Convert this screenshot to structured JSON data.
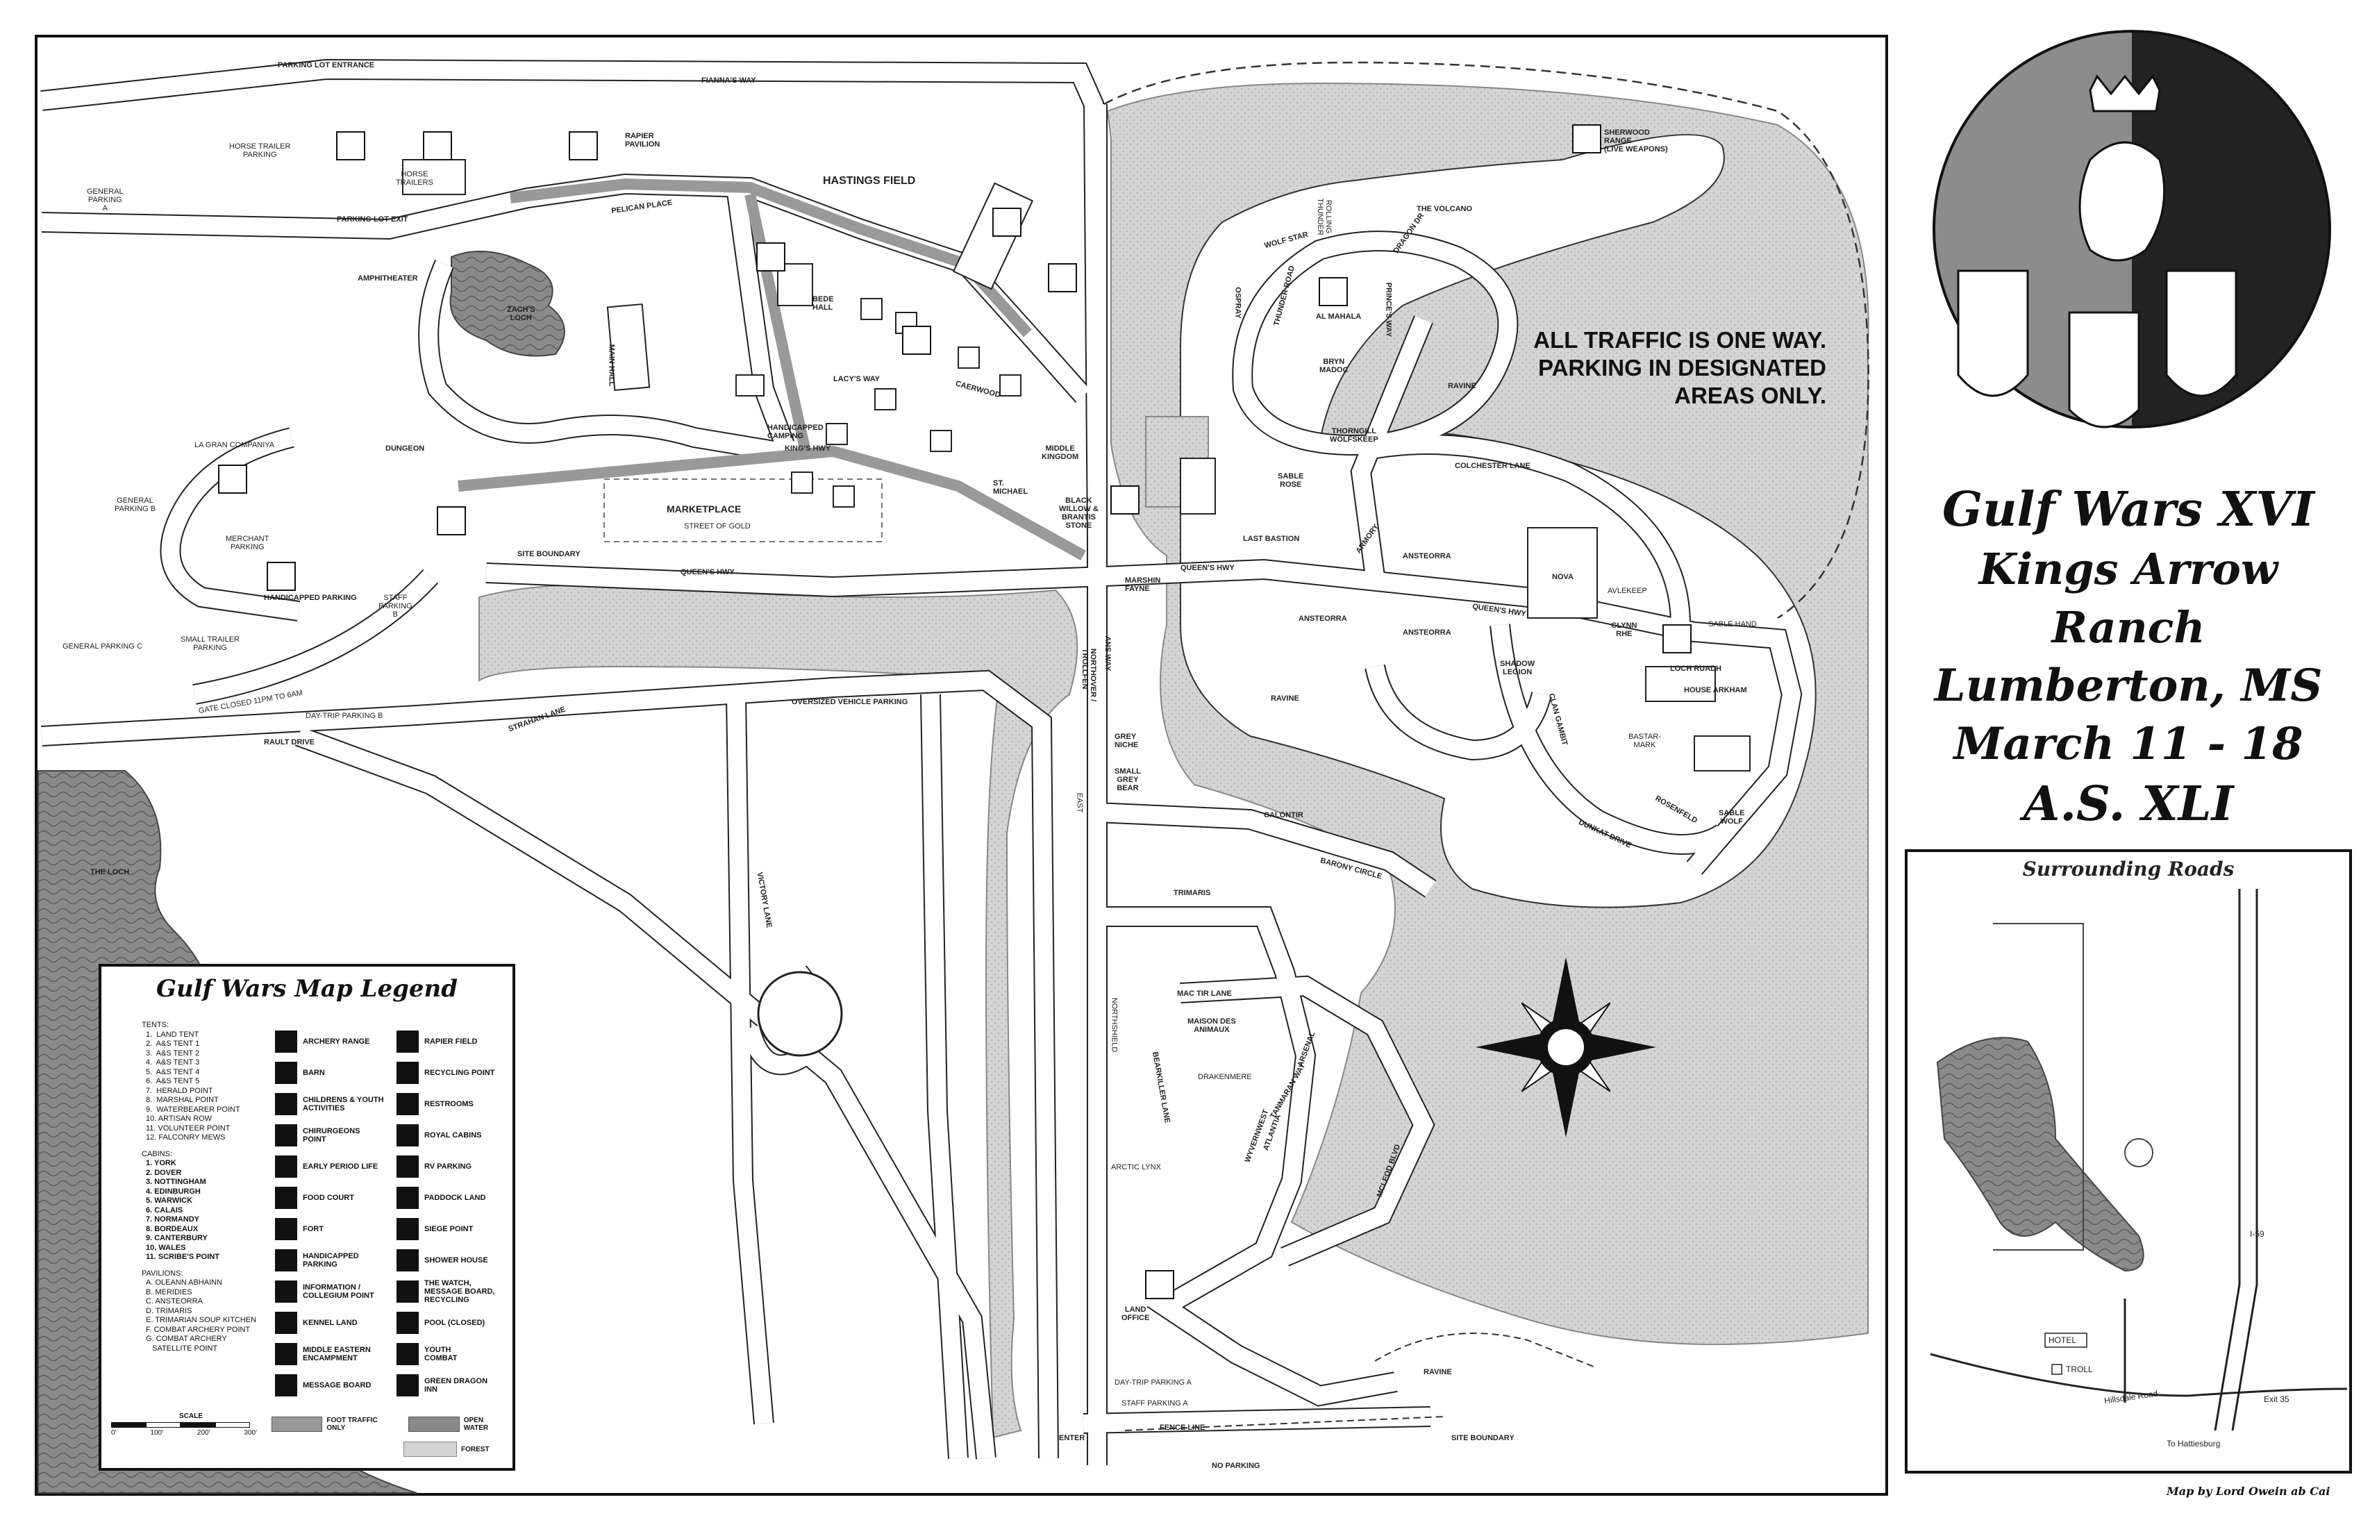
{
  "map": {
    "top_labels": {
      "parking_lot_entrance": "PARKING LOT ENTRANCE",
      "fiannas_way": "FIANNA'S WAY",
      "horse_trailer_parking": "HORSE TRAILER\nPARKING",
      "horse_trailers": "HORSE\nTRAILERS",
      "rapier_pavilion": "RAPIER\nPAVILION",
      "hastings_field": "HASTINGS FIELD",
      "general_parking_a": "GENERAL\nPARKING\nA",
      "parking_lot_exit": "PARKING LOT EXIT",
      "pelican_place": "PELICAN PLACE",
      "amphitheater": "AMPHITHEATER",
      "zachs_loch": "ZACH'S\nLOCH",
      "main_hall": "MAIN HALL",
      "bede_hall": "BEDE\nHALL",
      "lacys_way": "LACY'S WAY",
      "handicapped_camping": "HANDICAPPED\nCAMPING",
      "kings_hwy": "KING'S HWY",
      "dungeon": "DUNGEON",
      "la_gran_compania": "LA GRAN COMPANIYA",
      "general_parking_b": "GENERAL\nPARKING B",
      "merchant_parking": "MERCHANT\nPARKING",
      "handicapped_parking": "HANDICAPPED PARKING",
      "marketplace": "MARKETPLACE",
      "street_of_gold": "STREET OF GOLD",
      "site_boundary": "SITE BOUNDARY",
      "queens_hwy": "QUEEN'S HWY",
      "staff_parking_b": "STAFF\nPARKING\nB",
      "small_trailer_parking": "SMALL TRAILER\nPARKING",
      "general_parking_c": "GENERAL PARKING C",
      "gate_closed": "GATE CLOSED 11PM TO 6AM",
      "day_trip_parking_b": "DAY-TRIP PARKING B",
      "rault_drive": "RAULT DRIVE",
      "strahan_lane": "STRAHAN LANE",
      "the_loch": "THE LOCH",
      "middle_kingdom": "MIDDLE\nKINGDOM",
      "black_willow": "BLACK\nWILLOW &\nBRANTIS\nSTONE",
      "st_michael": "ST.\nMICHAEL",
      "caerwood": "CAERWOOD",
      "oversized_vehicle_parking": "OVERSIZED VEHICLE PARKING",
      "victory_lane": "VICTORY LANE",
      "northover_trollfen": "NORTHOVER /\nTROLLFEN",
      "ans_way": "ANS WAY",
      "marshin_fayne": "MARSHIN\nFAYNE",
      "grey_niche": "GREY\nNICHE",
      "small_grey_bear": "SMALL\nGREY\nBEAR",
      "east": "EAST",
      "calontir": "CALONTIR",
      "barony_circle": "BARONY CIRCLE",
      "trimaris": "TRIMARIS",
      "mac_tir_lane": "MAC TIR LANE",
      "maison_des_animaux": "MAISON DES\nANIMAUX",
      "drakenmere": "DRAKENMERE",
      "northshield": "NORTHSHIELD",
      "bearkiller_lane": "BEARKILLER LANE",
      "arctic_lynx": "ARCTIC LYNX",
      "atlantia": "ATLANTIA",
      "wyvernwest": "WYVERNWEST",
      "tanmaran_way": "TANMARAN WAY",
      "ansteorra_arsenal": "ARSENAL",
      "mcleod_blvd": "MCLEOD BLVD",
      "land_office": "LAND\nOFFICE",
      "day_trip_parking_a": "DAY-TRIP PARKING A",
      "staff_parking_a": "STAFF PARKING A",
      "fence_line": "FENCE LINE",
      "enter": "ENTER",
      "no_parking": "NO PARKING",
      "site_boundary_2": "SITE BOUNDARY",
      "ravine": "RAVINE",
      "ravine2": "RAVINE",
      "ravine3": "RAVINE",
      "wolf_star": "WOLF STAR",
      "ospray": "OSPRAY",
      "thunder_road": "THUNDER ROAD",
      "al_mahala": "AL MAHALA",
      "bryn_madoc": "BRYN\nMADOC",
      "princes_way": "PRINCE'S WAY",
      "dragon_dr": "DRAGON DR",
      "the_volcano": "THE VOLCANO",
      "sherwood_range": "SHERWOOD\nRANGE\n(LIVE WEAPONS)",
      "thornwald": "ROLLING\nTHUNDER",
      "thorngill": "THORNGILL\nWOLFSKEEP",
      "sable_rose": "SABLE\nROSE",
      "last_bastion": "LAST BASTION",
      "armory": "ARMORY",
      "ansteorra": "ANSTEORRA",
      "ansteorra2": "ANSTEORRA",
      "ansteorra3": "ANSTEORRA",
      "nova": "NOVA",
      "avlekeep": "AVLEKEEP",
      "glynn_rhe": "GLYNN\nRHE",
      "sable_hand": "SABLE HAND",
      "loch_ruadh": "LOCH RUADH",
      "house_arkham": "HOUSE ARKHAM",
      "colchester_lane": "COLCHESTER LANE",
      "shadow_legion": "SHADOW\nLEGION",
      "clan_gambit": "CLAN GAMBIT",
      "bastarmark": "BASTAR-\nMARK",
      "rosenfeld": "ROSENFELD",
      "sable_wolf": "SABLE\nWOLF",
      "dunkat_drive": "DUNKAT DRIVE",
      "queens_hwy_2": "QUEEN'S HWY",
      "queens_hwy_3": "QUEEN'S HWY",
      "traffic_notice": "ALL TRAFFIC IS ONE WAY.\nPARKING IN DESIGNATED\nAREAS ONLY."
    },
    "legend": {
      "title": "Gulf Wars Map Legend",
      "tents_header": "TENTS:",
      "tents": [
        "1.  LAND TENT",
        "2.  A&S TENT 1",
        "3.  A&S TENT 2",
        "4.  A&S TENT 3",
        "5.  A&S TENT 4",
        "6.  A&S TENT 5",
        "7.  HERALD POINT",
        "8.  MARSHAL POINT",
        "9.  WATERBEARER POINT",
        "10. ARTISAN ROW",
        "11. VOLUNTEER POINT",
        "12. FALCONRY MEWS"
      ],
      "cabins_header": "CABINS:",
      "cabins": [
        "1. YORK",
        "2. DOVER",
        "3. NOTTINGHAM",
        "4. EDINBURGH",
        "5. WARWICK",
        "6. CALAIS",
        "7. NORMANDY",
        "8. BORDEAUX",
        "9. CANTERBURY",
        "10. WALES",
        "11. SCRIBE'S POINT"
      ],
      "pavilions_header": "PAVILIONS:",
      "pavilions": [
        "A. OLEANN ABHAINN",
        "B. MERIDIES",
        "C. ANSTEORRA",
        "D. TRIMARIS",
        "E. TRIMARIAN SOUP KITCHEN",
        "F. COMBAT ARCHERY POINT",
        "G. COMBAT ARCHERY",
        "   SATELLITE POINT"
      ],
      "col2": [
        "ARCHERY RANGE",
        "BARN",
        "CHILDRENS & YOUTH\nACTIVITIES",
        "CHIRURGEONS\nPOINT",
        "EARLY PERIOD LIFE",
        "FOOD COURT",
        "FORT",
        "HANDICAPPED\nPARKING",
        "INFORMATION /\nCOLLEGIUM POINT",
        "KENNEL LAND",
        "MIDDLE EASTERN\nENCAMPMENT",
        "MESSAGE BOARD"
      ],
      "col3": [
        "RAPIER FIELD",
        "RECYCLING POINT",
        "RESTROOMS",
        "ROYAL CABINS",
        "RV PARKING",
        "PADDOCK LAND",
        "SIEGE POINT",
        "SHOWER HOUSE",
        "THE WATCH,\nMESSAGE BOARD,\nRECYCLING",
        "POOL (CLOSED)",
        "YOUTH\nCOMBAT",
        "GREEN DRAGON\nINN"
      ],
      "scale_label": "SCALE",
      "scale_ticks": [
        "0'",
        "100'",
        "200'",
        "300'"
      ],
      "foot_traffic": "FOOT TRAFFIC ONLY",
      "open_water": "OPEN WATER",
      "forest": "FOREST"
    }
  },
  "title_block": {
    "line1": "Gulf Wars XVI",
    "line2": "Kings Arrow Ranch",
    "line3": "Lumberton, MS",
    "line4": "March 11 - 18",
    "line5": "A.S. XLI"
  },
  "inset": {
    "title": "Surrounding Roads",
    "hotel": "HOTEL",
    "troll": "TROLL",
    "i59": "I-59",
    "hillsdale_road": "Hillsdale Road",
    "exit35": "Exit 35",
    "to_hattiesburg": "To Hattiesburg"
  },
  "credit": "Map by Lord Owein ab Cai",
  "colors": {
    "forest": "#cfcfcf",
    "water": "#8a8a8a",
    "foot": "#999999",
    "seal_dark": "#222222",
    "seal_gray": "#8c8c8c"
  }
}
